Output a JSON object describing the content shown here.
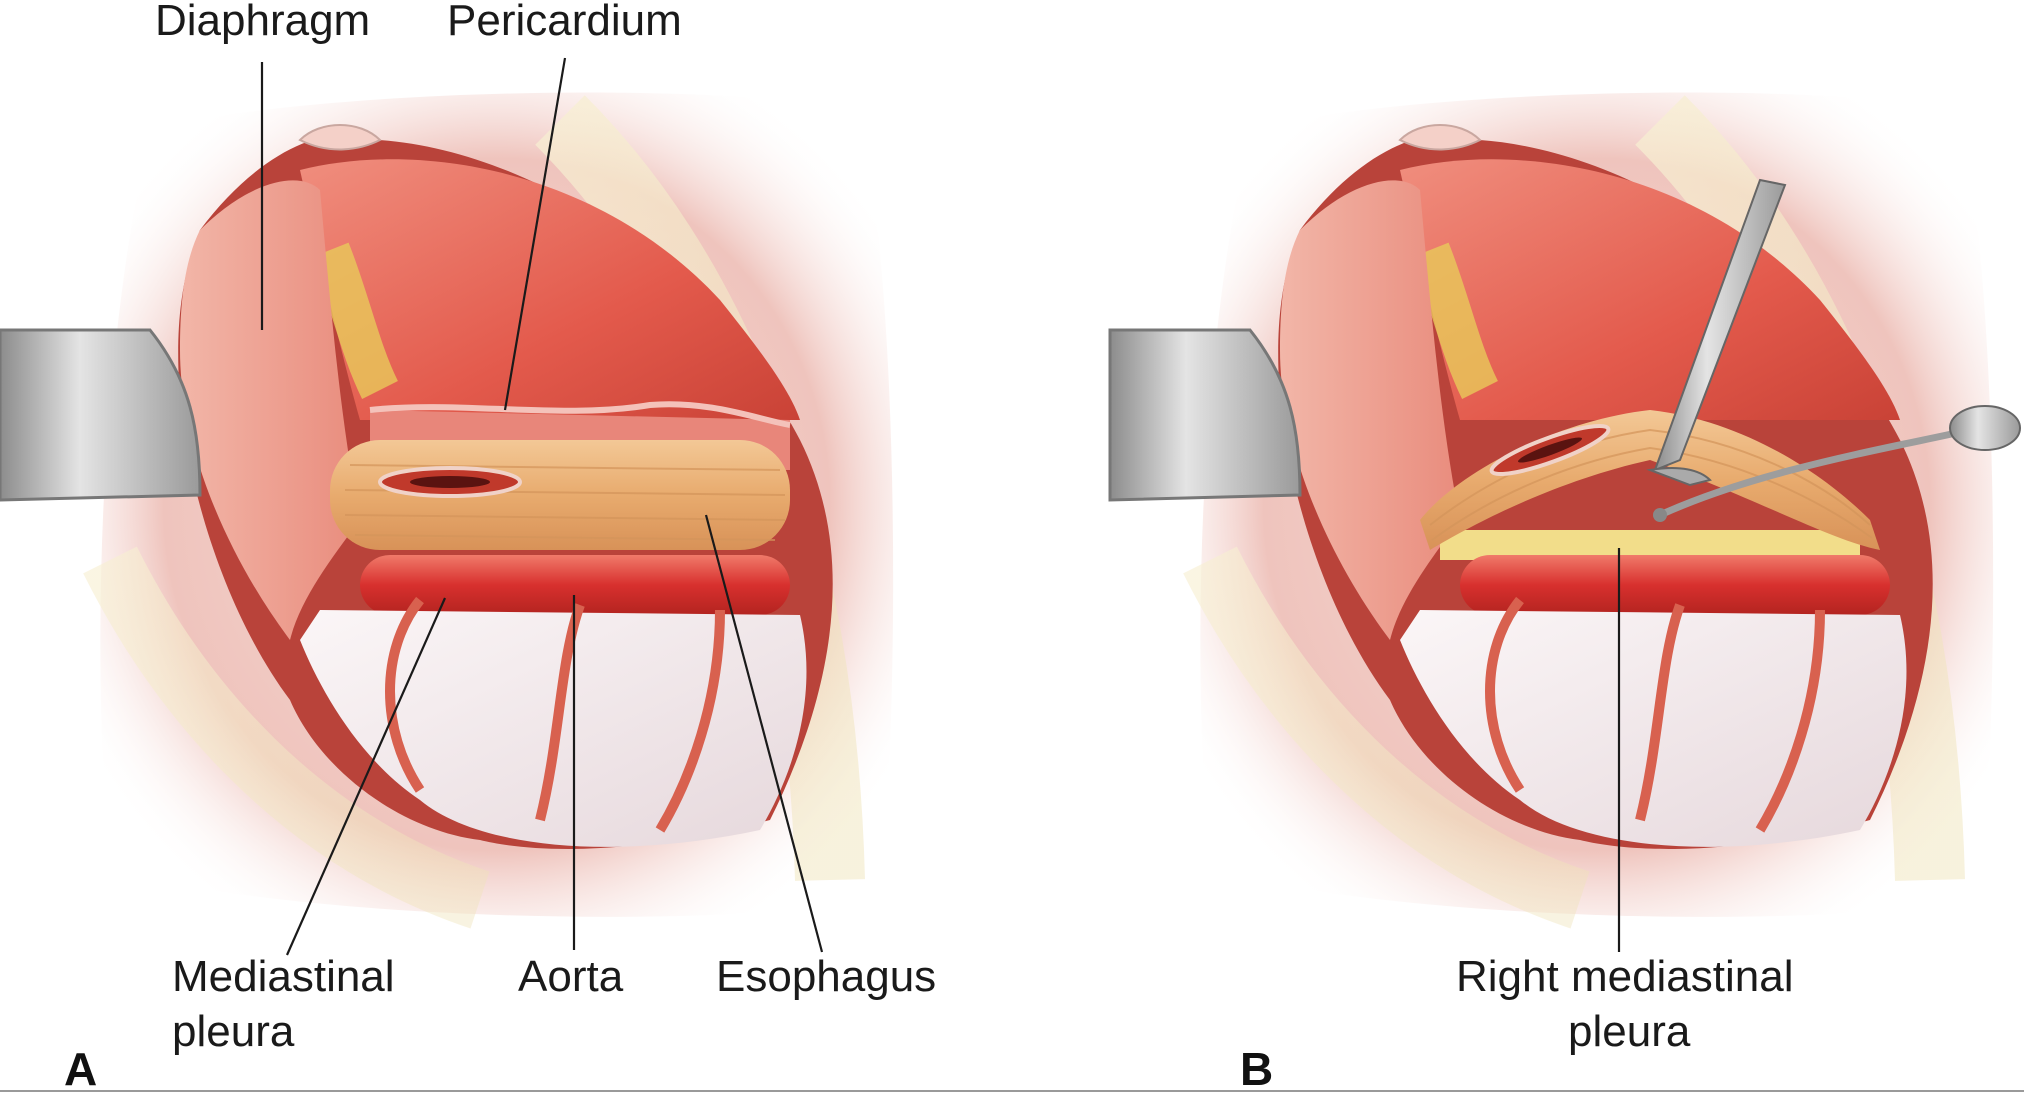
{
  "panels": [
    {
      "letter": "A",
      "labels": {
        "diaphragm": "Diaphragm",
        "pericardium": "Pericardium",
        "mediastinal_pleura_1": "Mediastinal",
        "mediastinal_pleura_2": "pleura",
        "aorta": "Aorta",
        "esophagus": "Esophagus"
      }
    },
    {
      "letter": "B",
      "labels": {
        "right_mediastinal_pleura_1": "Right mediastinal",
        "right_mediastinal_pleura_2": "pleura"
      }
    }
  ],
  "colors": {
    "skin": "#f0c9c3",
    "muscle": "#e9a59a",
    "lung": "#e46a5c",
    "esophagus": "#e9b27a",
    "aorta": "#d8302e",
    "pleura_white": "#f4ecee",
    "retractor": "#b8b8b8",
    "fat": "#f2dd8a"
  }
}
